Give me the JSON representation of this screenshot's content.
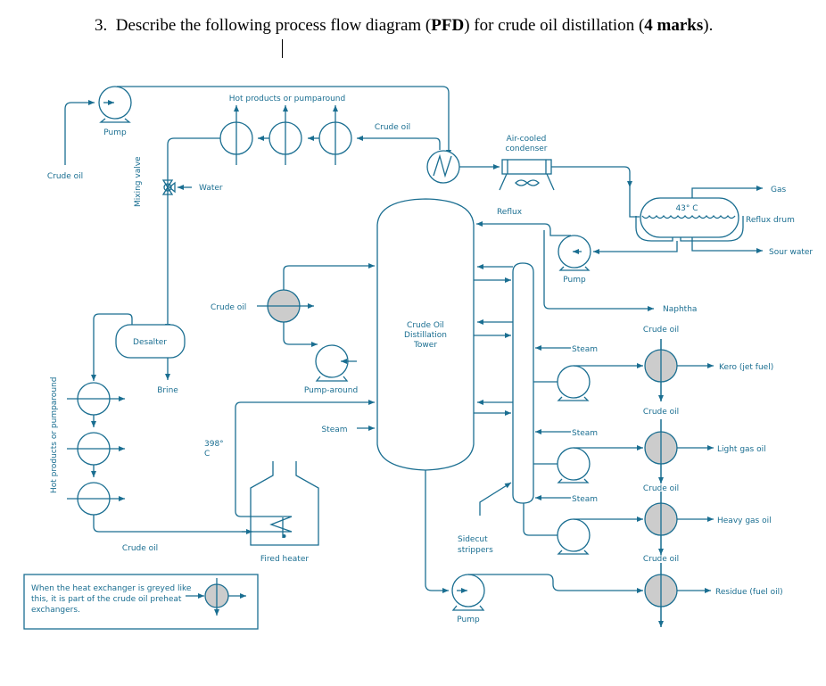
{
  "question": {
    "number": "3.",
    "text_before": "Describe the following process flow diagram (",
    "bold_1": "PFD",
    "text_middle": ") for crude oil distillation (",
    "bold_2": "4 marks",
    "text_after": ")."
  },
  "diagram": {
    "colors": {
      "line": "#1a6e91",
      "grey_exchanger": "#cccccc",
      "background": "#ffffff"
    },
    "labels": {
      "crude_oil_feed": "Crude oil",
      "pump_feed": "Pump",
      "hot_products_top": "Hot products or pumparound",
      "crude_oil_top": "Crude oil",
      "mixing_valve": "Mixing valve",
      "water": "Water",
      "air_cooled_condenser_line1": "Air-cooled",
      "air_cooled_condenser_line2": "condenser",
      "reflux": "Reflux",
      "gas": "Gas",
      "reflux_drum": "Reflux drum",
      "drum_temperature": "43° C",
      "sour_water": "Sour water",
      "pump_reflux": "Pump",
      "naphtha": "Naphtha",
      "crude_oil_pa": "Crude oil",
      "tower_line1": "Crude Oil",
      "tower_line2": "Distillation",
      "tower_line3": "Tower",
      "desalter": "Desalter",
      "brine": "Brine",
      "pump_around": "Pump-around",
      "hot_products_side": "Hot products or pumparound",
      "heater_temp_line1": "398°",
      "heater_temp_line2": "C",
      "steam_tower": "Steam",
      "fired_heater": "Fired heater",
      "crude_oil_bottom": "Crude oil",
      "sidecut_line1": "Sidecut",
      "sidecut_line2": "strippers",
      "pump_bottom": "Pump",
      "steam_1": "Steam",
      "steam_2": "Steam",
      "steam_3": "Steam",
      "crude_oil_kero": "Crude oil",
      "kero": "Kero (jet fuel)",
      "crude_oil_lgo": "Crude oil",
      "lgo": "Light gas oil",
      "crude_oil_hgo": "Crude oil",
      "hgo": "Heavy gas oil",
      "crude_oil_res": "Crude oil",
      "residue": "Residue (fuel oil)"
    },
    "legend": {
      "line1": "When the heat exchanger is greyed like",
      "line2": "this, it is part of the crude oil preheat",
      "line3": "exchangers."
    }
  }
}
